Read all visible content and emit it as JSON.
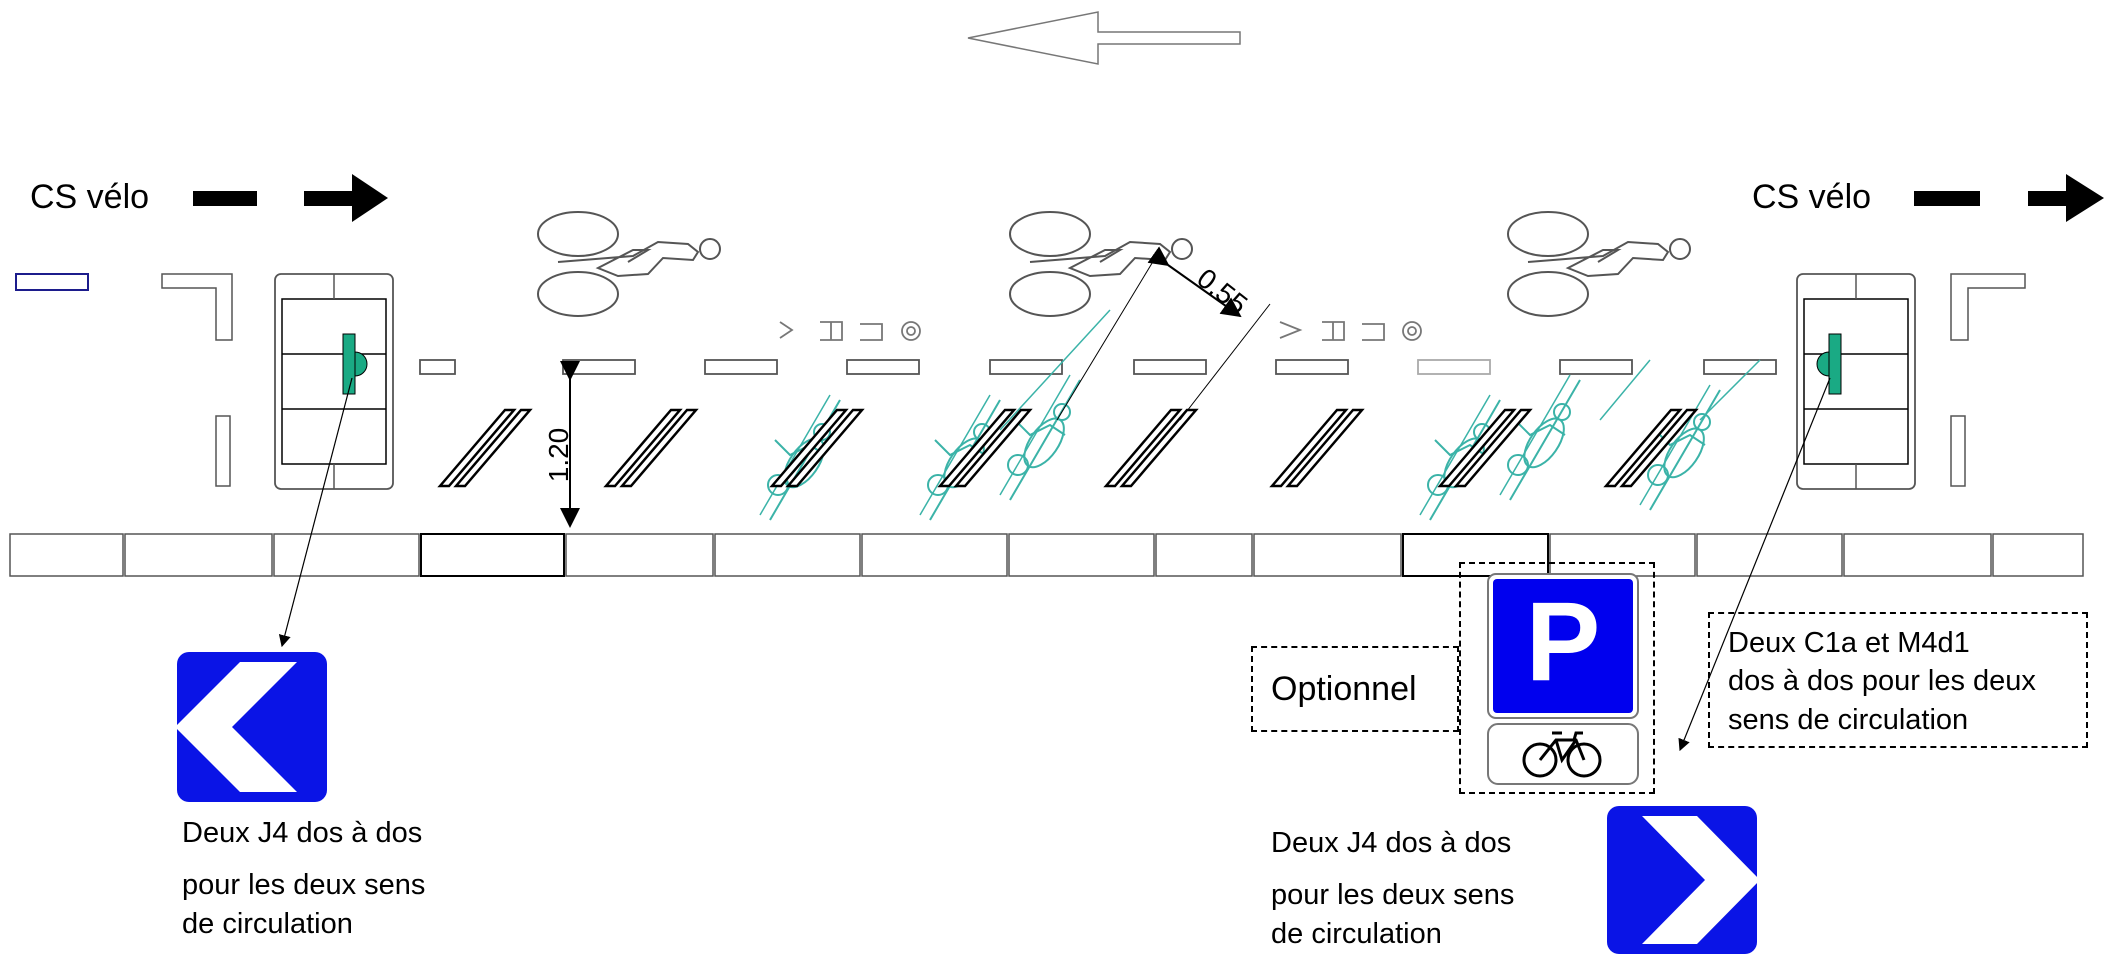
{
  "labels": {
    "cs_velo_left": "CS vélo",
    "cs_velo_right": "CS vélo",
    "dim_width": "1.20",
    "dim_offset": "0.55",
    "marking_text": "VELO",
    "optional": "Optionnel",
    "c1a_note": [
      "Deux C1a et M4d1",
      "dos à dos pour les deux",
      "sens de circulation"
    ],
    "j4_left_note": [
      "Deux J4 dos à dos",
      "pour les deux sens",
      "de circulation"
    ],
    "j4_right_note": [
      "Deux J4 dos à dos",
      "pour les deux sens",
      "de circulation"
    ]
  },
  "signs": {
    "parking_letter": "P",
    "parking_color": "#0000ee",
    "chevron_color": "#0a14e6",
    "bicycle_icon": "bicycle-icon",
    "chevron_left_icon": "chevron-left-icon",
    "chevron_right_icon": "chevron-right-icon"
  },
  "colors": {
    "bike_outline": "#3bb3a8",
    "beacon": "#1aaa84",
    "road_line": "#555555"
  }
}
